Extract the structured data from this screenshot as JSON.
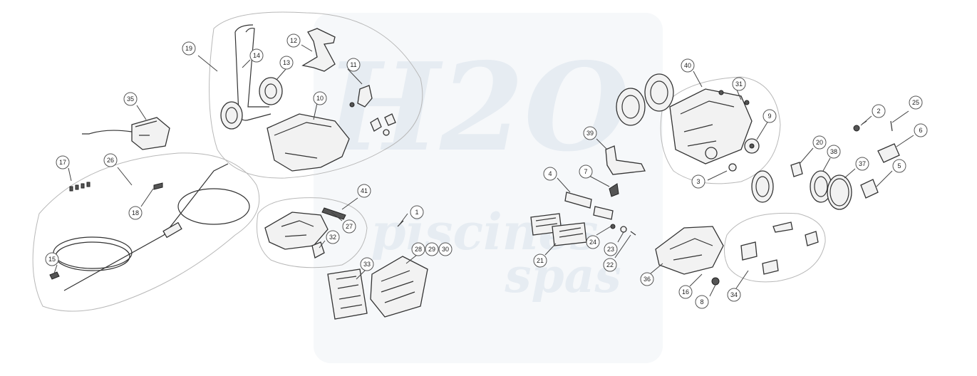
{
  "watermark": {
    "logo_text": "H2O",
    "brand_line1": "piscines",
    "brand_line2": "spas",
    "color": "#e6ecf2"
  },
  "callouts": [
    "1",
    "2",
    "3",
    "4",
    "5",
    "6",
    "7",
    "8",
    "9",
    "10",
    "11",
    "12",
    "13",
    "14",
    "15",
    "16",
    "17",
    "18",
    "19",
    "20",
    "21",
    "22",
    "23",
    "24",
    "25",
    "26",
    "27",
    "28",
    "29",
    "30",
    "31",
    "32",
    "33",
    "34",
    "35",
    "36",
    "37",
    "38",
    "39",
    "40",
    "41"
  ]
}
